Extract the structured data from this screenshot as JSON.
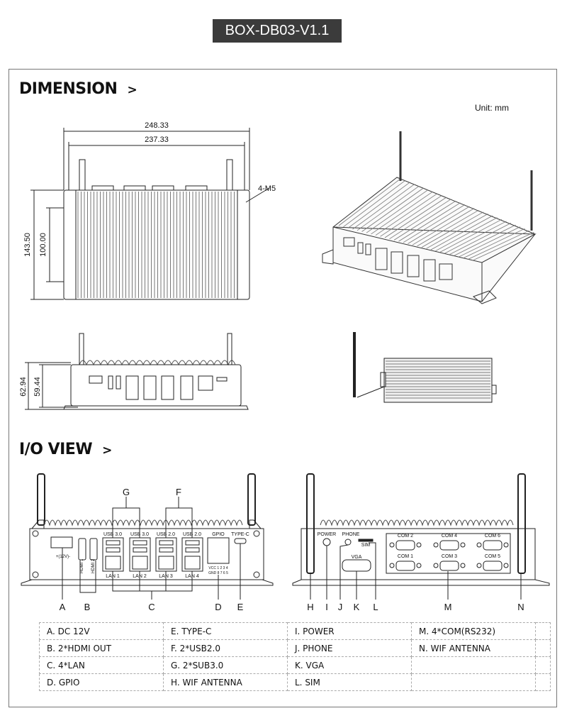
{
  "title": "BOX-DB03-V1.1",
  "dimension": {
    "heading": "DIMENSION",
    "chevron": ">",
    "unit": "Unit:  mm",
    "top_view": {
      "overall_width": "248.33",
      "hole_spacing_width": "237.33",
      "overall_depth": "143.50",
      "hole_spacing_depth": "100.00",
      "hole_callout": "4-M5"
    },
    "front_view": {
      "overall_height": "62.94",
      "body_height": "59.44"
    }
  },
  "io_view": {
    "heading": "I/O VIEW",
    "chevron": ">",
    "front_ports": {
      "dc": "+(12V)-",
      "hdmi": [
        "HDMI 1",
        "HDMI 2"
      ],
      "usb": [
        "USB 3.0",
        "USB 3.0",
        "USB 2.0",
        "USB 2.0"
      ],
      "lan": [
        "LAN 1",
        "LAN 2",
        "LAN 3",
        "LAN 4"
      ],
      "gpio": "GPIO",
      "gpio_pins_top": "VCC 1 2 3 4",
      "gpio_pins_bottom": "GND 8 7 6 5",
      "typec": "TYPE-C"
    },
    "rear_ports": {
      "power": "POWER",
      "phone": "PHONE",
      "sim": "SIM",
      "vga": "VGA",
      "com": [
        "COM 2",
        "COM 4",
        "COM 6",
        "COM 1",
        "COM 3",
        "COM 5"
      ]
    },
    "callouts_front": [
      "A",
      "B",
      "C",
      "D",
      "E",
      "G",
      "F"
    ],
    "callouts_rear": [
      "H",
      "I",
      "J",
      "K",
      "L",
      "M",
      "N"
    ]
  },
  "legend": [
    [
      "A. DC 12V",
      "E. TYPE-C",
      "I. POWER",
      "M. 4*COM(RS232)"
    ],
    [
      "B. 2*HDMI OUT",
      "F. 2*USB2.0",
      "J. PHONE",
      "N. WIF ANTENNA"
    ],
    [
      "C. 4*LAN",
      "G. 2*SUB3.0",
      "K. VGA",
      ""
    ],
    [
      "D. GPIO",
      "H. WIF ANTENNA",
      "L. SIM",
      ""
    ]
  ]
}
